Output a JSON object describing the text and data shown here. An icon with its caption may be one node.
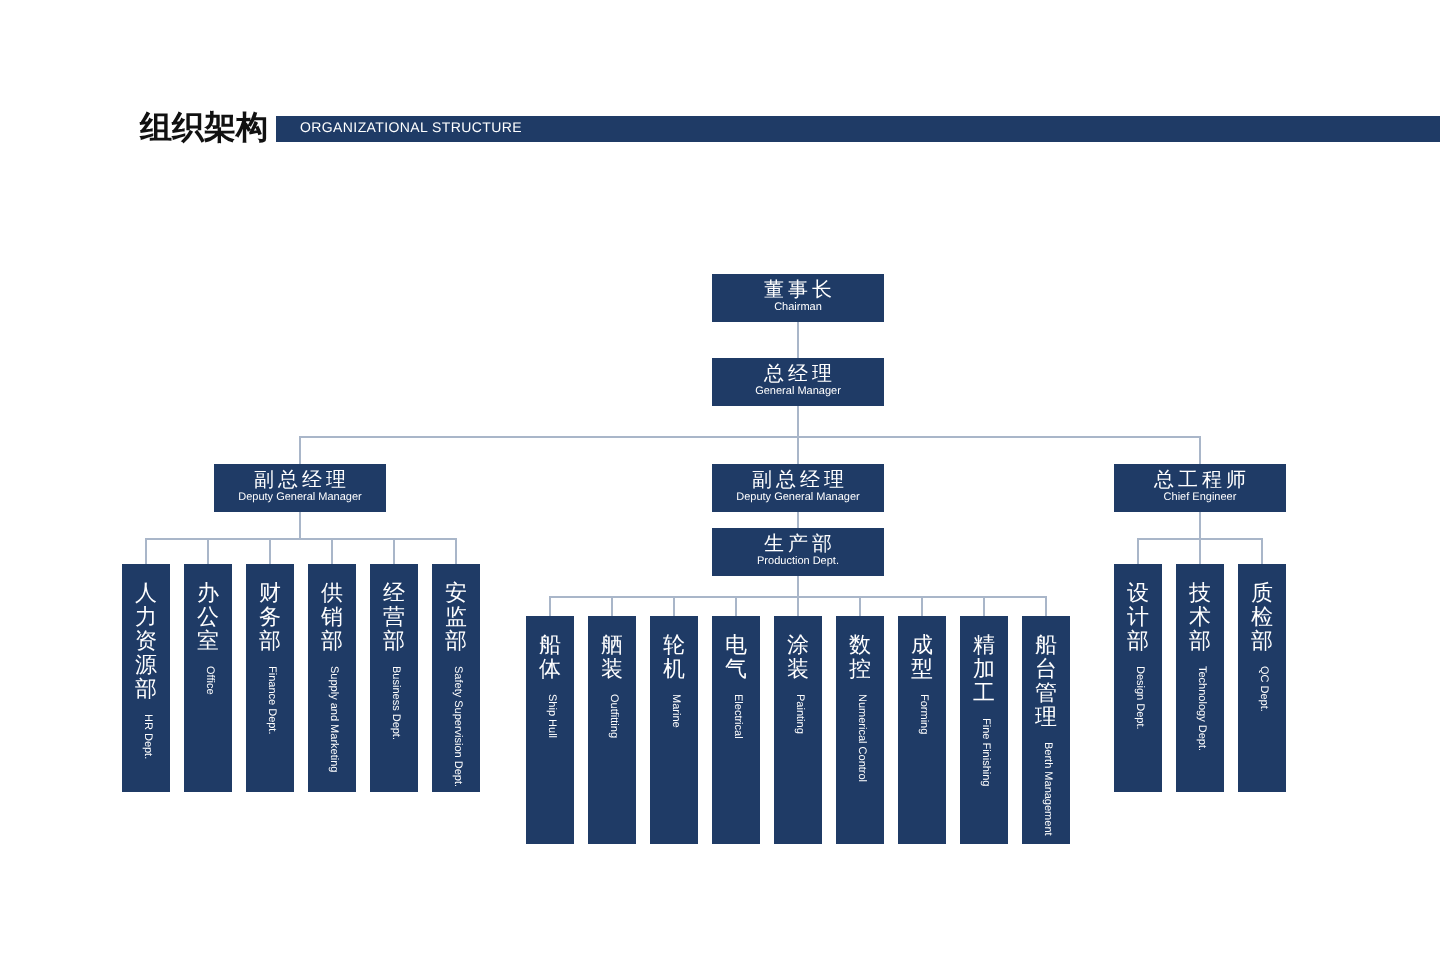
{
  "diagram": {
    "title": "组织架构",
    "nodes": [
      {
        "text": [
          "董事长",
          "Chairman"
        ]
      },
      {
        "text": [
          "总经理",
          "General Manager"
        ]
      },
      {
        "text": [
          "副总经理",
          "Deputy General Manager"
        ]
      },
      {
        "text": [
          "副总经理",
          "Deputy General Manager"
        ]
      },
      {
        "text": [
          "总工程师",
          "Chief Engineer"
        ]
      },
      {
        "text": [
          "生产部",
          "Production Dept."
        ]
      },
      {
        "text": [
          "人力资源部",
          "HR Dept."
        ]
      },
      {
        "text": [
          "办公室",
          "Office"
        ]
      },
      {
        "text": [
          "财务部",
          "Finance Dept."
        ]
      },
      {
        "text": [
          "供销部",
          "Supply and Marketing"
        ]
      },
      {
        "text": [
          "经营部",
          "Business Dept."
        ]
      },
      {
        "text": [
          "安监部",
          "Safety Supervision Dept."
        ]
      },
      {
        "text": [
          "船体",
          "Ship Hull"
        ]
      },
      {
        "text": [
          "舾装",
          "Outfitting"
        ]
      },
      {
        "text": [
          "轮机",
          "Marine"
        ]
      },
      {
        "text": [
          "电气",
          "Electrical"
        ]
      },
      {
        "text": [
          "涂装",
          "Painting"
        ]
      },
      {
        "text": [
          "数控",
          "Numerical Control"
        ]
      },
      {
        "text": [
          "成型",
          "Forming"
        ]
      },
      {
        "text": [
          "精加工",
          "Fine Finishing"
        ]
      },
      {
        "text": [
          "船台管理",
          "Berth Management"
        ]
      },
      {
        "text": [
          "设计部",
          "Design Dept."
        ]
      },
      {
        "text": [
          "技术部",
          "Technology Dept."
        ]
      },
      {
        "text": [
          "质检部",
          "QC Dept."
        ]
      }
    ],
    "edges": [
      {
        "from": 0,
        "to": 1,
        "arrow": "none"
      },
      {
        "from": 1,
        "to": 2,
        "arrow": "none"
      },
      {
        "from": 1,
        "to": 3,
        "arrow": "none"
      },
      {
        "from": 1,
        "to": 4,
        "arrow": "none"
      },
      {
        "from": 3,
        "to": 5,
        "arrow": "none"
      },
      {
        "from": 2,
        "to": 6,
        "arrow": "none"
      },
      {
        "from": 2,
        "to": 7,
        "arrow": "none"
      },
      {
        "from": 2,
        "to": 8,
        "arrow": "none"
      },
      {
        "from": 2,
        "to": 9,
        "arrow": "none"
      },
      {
        "from": 2,
        "to": 10,
        "arrow": "none"
      },
      {
        "from": 2,
        "to": 11,
        "arrow": "none"
      },
      {
        "from": 5,
        "to": 12,
        "arrow": "none"
      },
      {
        "from": 5,
        "to": 13,
        "arrow": "none"
      },
      {
        "from": 5,
        "to": 14,
        "arrow": "none"
      },
      {
        "from": 5,
        "to": 15,
        "arrow": "none"
      },
      {
        "from": 5,
        "to": 16,
        "arrow": "none"
      },
      {
        "from": 5,
        "to": 17,
        "arrow": "none"
      },
      {
        "from": 5,
        "to": 18,
        "arrow": "none"
      },
      {
        "from": 5,
        "to": 19,
        "arrow": "none"
      },
      {
        "from": 5,
        "to": 20,
        "arrow": "none"
      },
      {
        "from": 4,
        "to": 21,
        "arrow": "none"
      },
      {
        "from": 4,
        "to": 22,
        "arrow": "none"
      },
      {
        "from": 4,
        "to": 23,
        "arrow": "none"
      }
    ],
    "labels": [
      "ORGANIZATIONAL STRUCTURE"
    ]
  }
}
